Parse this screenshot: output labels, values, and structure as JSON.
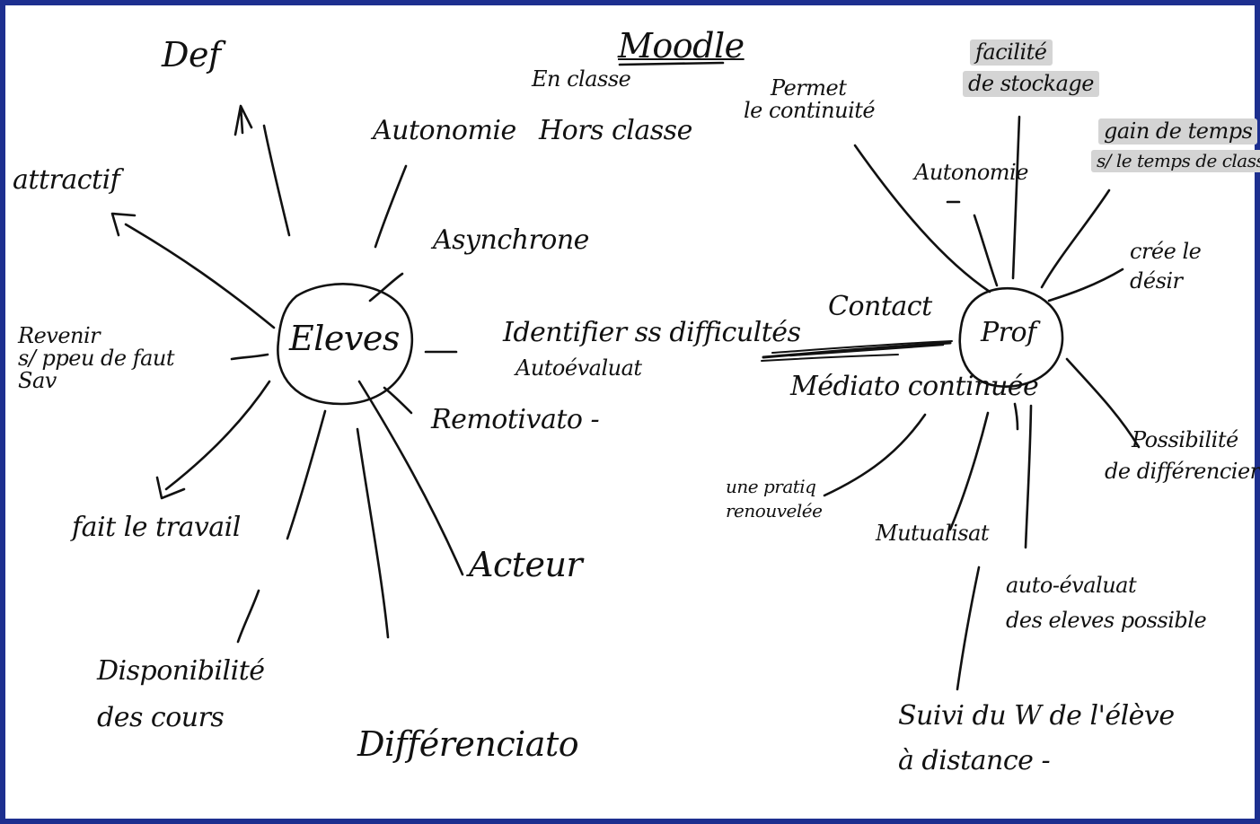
{
  "title": "Moodle",
  "centers": {
    "left": "Eleves",
    "right": "Prof"
  },
  "left_labels": {
    "def": "Def",
    "attractif": "attractif",
    "autonomie": "Autonomie",
    "en_classe": "En classe",
    "hors_classe": "Hors classe",
    "asynchrone": "Asynchrone",
    "revenir_line1": "Revenir",
    "revenir_line2": "s/ ppeu de faut",
    "revenir_line3": "Sav",
    "fait_travail": "fait le travail",
    "disponibilite_line1": "Disponibilité",
    "disponibilite_line2": "des cours",
    "differenciation": "Différenciato",
    "acteur": "Acteur",
    "remotivation": "Remotivato -",
    "identifier": "Identifier ss difficultés",
    "autoevaluation": "Autoévaluat"
  },
  "right_labels": {
    "contact": "Contact",
    "permet_line1": "Permet",
    "permet_line2": "le continuité",
    "facilite_line1": "facilité",
    "facilite_line2": "de stockage",
    "gain_line1": "gain de temps",
    "gain_line2": "s/ le temps de classe",
    "autonomie": "Autonomie",
    "cree_line1": "crée le",
    "cree_line2": "désir",
    "mediation": "Médiato continuée",
    "possibilite_line1": "Possibilité",
    "possibilite_line2": "de différencier",
    "pratique_line1": "une pratiq",
    "pratique_line2": "renouvelée",
    "mutualisat": "Mutualisat",
    "auto_eval_line1": "auto-évaluat",
    "auto_eval_line2": "des eleves possible",
    "suivi_line1": "Suivi du W de l'élève",
    "suivi_line2": "à distance -"
  },
  "colors": {
    "frame": "#1d2f8f",
    "ink": "#111111",
    "shade": "#d4d4d4"
  }
}
